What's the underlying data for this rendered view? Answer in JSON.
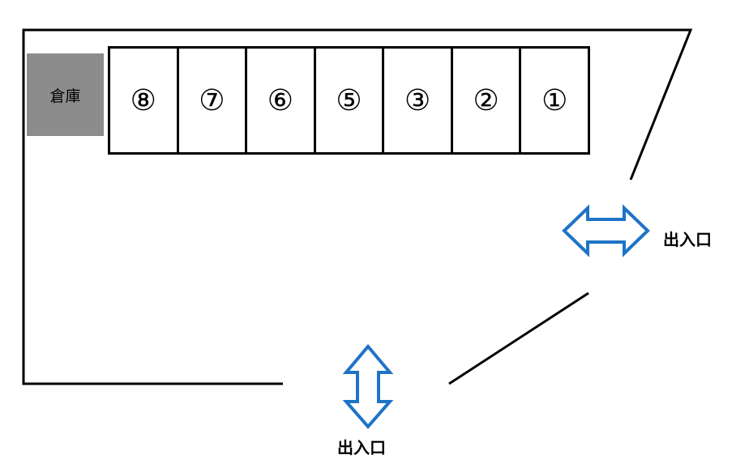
{
  "warehouse": {
    "label": "倉庫"
  },
  "slots": [
    {
      "label": "⑧"
    },
    {
      "label": "⑦"
    },
    {
      "label": "⑥"
    },
    {
      "label": "⑤"
    },
    {
      "label": "③"
    },
    {
      "label": "②"
    },
    {
      "label": "①"
    }
  ],
  "entrances": {
    "right": {
      "label": "出入口"
    },
    "bottom": {
      "label": "出入口"
    }
  },
  "colors": {
    "outline": "#000000",
    "warehouse_fill": "#8c8c8c",
    "arrow": "#1f73c6"
  }
}
